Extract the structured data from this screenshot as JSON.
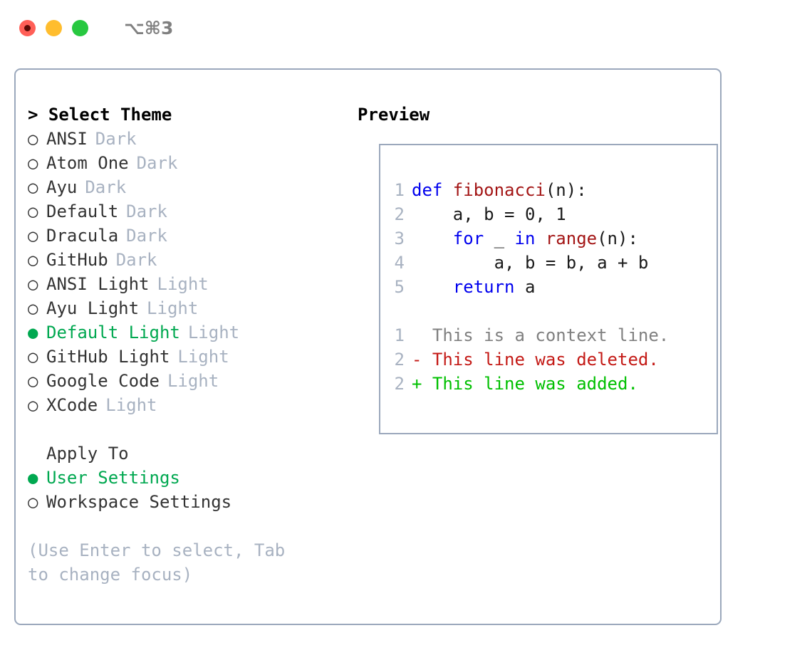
{
  "window": {
    "title": "⌥⌘3",
    "traffic_lights": [
      {
        "name": "close",
        "color": "#ff5f57"
      },
      {
        "name": "minimize",
        "color": "#ffbd2e"
      },
      {
        "name": "maximize",
        "color": "#28c840"
      }
    ]
  },
  "colors": {
    "border": "#9ba8bc",
    "selected_green": "#00a850",
    "dim_gray": "#a8b2c1",
    "text": "#333333",
    "keyword_blue": "#0000ee",
    "function_red": "#a31515",
    "diff_delete_red": "#c41a16",
    "diff_add_green": "#00c000",
    "line_number_gray": "#a8b2c1",
    "context_gray": "#808080"
  },
  "theme_panel": {
    "header": "> Select Theme",
    "bullet_empty": "○",
    "bullet_filled": "●",
    "items": [
      {
        "label": "ANSI",
        "variant": "Dark",
        "selected": false
      },
      {
        "label": "Atom One",
        "variant": "Dark",
        "selected": false
      },
      {
        "label": "Ayu",
        "variant": "Dark",
        "selected": false
      },
      {
        "label": "Default",
        "variant": "Dark",
        "selected": false
      },
      {
        "label": "Dracula",
        "variant": "Dark",
        "selected": false
      },
      {
        "label": "GitHub",
        "variant": "Dark",
        "selected": false
      },
      {
        "label": "ANSI Light",
        "variant": "Light",
        "selected": false
      },
      {
        "label": "Ayu Light",
        "variant": "Light",
        "selected": false
      },
      {
        "label": "Default Light",
        "variant": "Light",
        "selected": true
      },
      {
        "label": "GitHub Light",
        "variant": "Light",
        "selected": false
      },
      {
        "label": "Google Code",
        "variant": "Light",
        "selected": false
      },
      {
        "label": "XCode",
        "variant": "Light",
        "selected": false
      }
    ]
  },
  "apply_to": {
    "header": "Apply To",
    "items": [
      {
        "label": "User Settings",
        "selected": true
      },
      {
        "label": "Workspace Settings",
        "selected": false
      }
    ]
  },
  "hint": "(Use Enter to select, Tab to change focus)",
  "preview": {
    "header": "Preview",
    "code_lines": [
      {
        "number": "1",
        "tokens": [
          {
            "text": "def ",
            "kind": "keyword"
          },
          {
            "text": "fibonacci",
            "kind": "function"
          },
          {
            "text": "(n):",
            "kind": "plain"
          }
        ]
      },
      {
        "number": "2",
        "tokens": [
          {
            "text": "    a, b = 0, 1",
            "kind": "plain"
          }
        ]
      },
      {
        "number": "3",
        "tokens": [
          {
            "text": "    ",
            "kind": "plain"
          },
          {
            "text": "for ",
            "kind": "keyword"
          },
          {
            "text": "_ ",
            "kind": "plain"
          },
          {
            "text": "in ",
            "kind": "keyword"
          },
          {
            "text": "range",
            "kind": "function"
          },
          {
            "text": "(n):",
            "kind": "plain"
          }
        ]
      },
      {
        "number": "4",
        "tokens": [
          {
            "text": "        a, b = b, a + b",
            "kind": "plain"
          }
        ]
      },
      {
        "number": "5",
        "tokens": [
          {
            "text": "    ",
            "kind": "plain"
          },
          {
            "text": "return ",
            "kind": "keyword"
          },
          {
            "text": "a",
            "kind": "plain"
          }
        ]
      }
    ],
    "diff_lines": [
      {
        "number": "1",
        "marker": " ",
        "text": "This is a context line.",
        "kind": "context"
      },
      {
        "number": "2",
        "marker": "-",
        "text": "This line was deleted.",
        "kind": "delete"
      },
      {
        "number": "2",
        "marker": "+",
        "text": "This line was added.",
        "kind": "add"
      }
    ]
  }
}
